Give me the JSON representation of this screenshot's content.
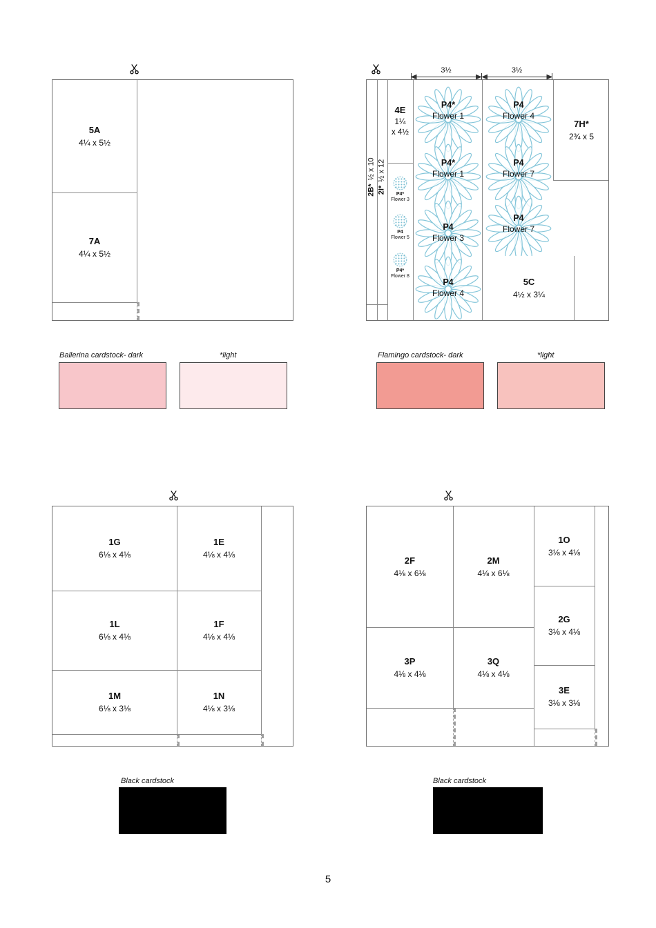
{
  "page_number": "5",
  "icons": {
    "scissors": "✂",
    "daisy_flower": "daisy-outline",
    "dotted_flower": "dotted-circle"
  },
  "colors": {
    "ballerina_dark": "#f8c6ca",
    "ballerina_light": "#fdeaec",
    "flamingo_dark": "#f29b93",
    "flamingo_light": "#f8c2be",
    "black_cardstock": "#000000",
    "flower_outline": "#85c6da"
  },
  "sheet_ballerina": {
    "pieces": [
      {
        "id": "5A",
        "size": "4¼ x 5½"
      },
      {
        "id": "7A",
        "size": "4¼ x 5½"
      }
    ]
  },
  "sheet_flamingo": {
    "dims": [
      "3½",
      "3½"
    ],
    "strips": [
      {
        "id": "2B*",
        "size": "½ x 10"
      },
      {
        "id": "2I*",
        "size": "½ x 12"
      }
    ],
    "cell_4e": {
      "id": "4E",
      "w": "1¼",
      "h": "x 4½"
    },
    "cell_7h": {
      "id": "7H*",
      "size": "2¾ x 5"
    },
    "cell_5c": {
      "id": "5C",
      "size": "4½ x 3¼"
    },
    "small_flowers": [
      {
        "id": "P4*",
        "name": "Flower 3"
      },
      {
        "id": "P4",
        "name": "Flower 5"
      },
      {
        "id": "P4*",
        "name": "Flower 8"
      }
    ],
    "flowers_col1": [
      {
        "id": "P4*",
        "name": "Flower 1"
      },
      {
        "id": "P4*",
        "name": "Flower 1"
      },
      {
        "id": "P4",
        "name": "Flower 3"
      },
      {
        "id": "P4",
        "name": "Flower 4"
      }
    ],
    "flowers_col2": [
      {
        "id": "P4",
        "name": "Flower 4"
      },
      {
        "id": "P4",
        "name": "Flower 7"
      },
      {
        "id": "P4",
        "name": "Flower 7"
      }
    ]
  },
  "sheet_black_left": {
    "pieces": [
      {
        "id": "1G",
        "size": "6⅛ x 4⅛"
      },
      {
        "id": "1E",
        "size": "4⅛ x 4⅛"
      },
      {
        "id": "1L",
        "size": "6⅛ x 4⅛"
      },
      {
        "id": "1F",
        "size": "4⅛ x 4⅛"
      },
      {
        "id": "1M",
        "size": "6⅛ x 3⅛"
      },
      {
        "id": "1N",
        "size": "4⅛ x 3⅛"
      }
    ]
  },
  "sheet_black_right": {
    "pieces": [
      {
        "id": "2F",
        "size": "4⅛ x 6⅛"
      },
      {
        "id": "2M",
        "size": "4⅛ x 6⅛"
      },
      {
        "id": "1O",
        "size": "3⅛ x 4⅛"
      },
      {
        "id": "2G",
        "size": "3⅛ x 4⅛"
      },
      {
        "id": "3P",
        "size": "4⅛ x 4⅛"
      },
      {
        "id": "3Q",
        "size": "4⅛ x 4⅛"
      },
      {
        "id": "3E",
        "size": "3⅛ x 3⅛"
      }
    ]
  },
  "swatches": {
    "row1": [
      {
        "label": "Ballerina cardstock- dark",
        "color": "#f8c6ca"
      },
      {
        "label": "*light",
        "color": "#fdeaec"
      },
      {
        "label": "Flamingo cardstock- dark",
        "color": "#f29b93"
      },
      {
        "label": "*light",
        "color": "#f8c2be"
      }
    ],
    "black": [
      {
        "label": "Black cardstock",
        "color": "#000000"
      },
      {
        "label": "Black cardstock",
        "color": "#000000"
      }
    ]
  }
}
